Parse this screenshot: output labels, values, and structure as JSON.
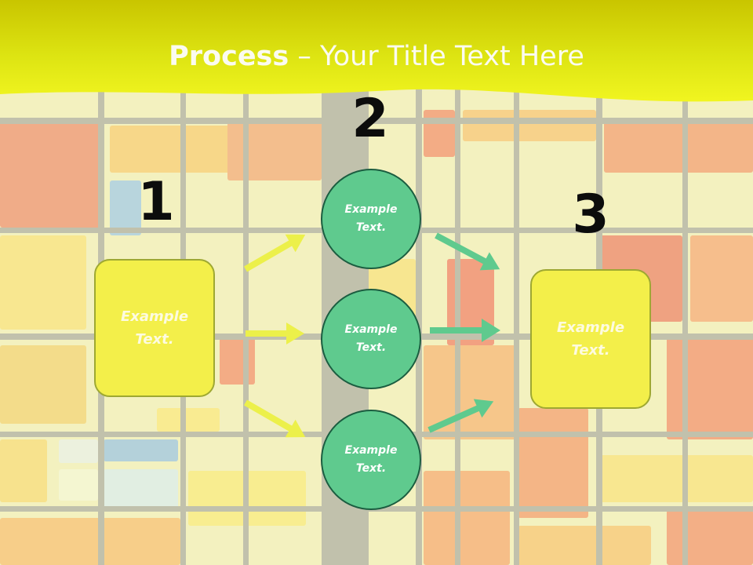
{
  "title": {
    "bold": "Process",
    "rest": " – Your Title Text Here"
  },
  "steps": [
    {
      "number": "1",
      "text": "Example Text."
    },
    {
      "number": "2",
      "circles": [
        "Example Text.",
        "Example Text.",
        "Example Text."
      ]
    },
    {
      "number": "3",
      "text": "Example Text."
    }
  ],
  "colors": {
    "header": "#e3eb1a",
    "box_fill": "#f3ef4a",
    "circle_fill": "#5fca8e",
    "arrow_yellow": "#ecf04a",
    "arrow_green": "#5fca8e"
  },
  "icons": [
    "arrow-right-icon"
  ]
}
